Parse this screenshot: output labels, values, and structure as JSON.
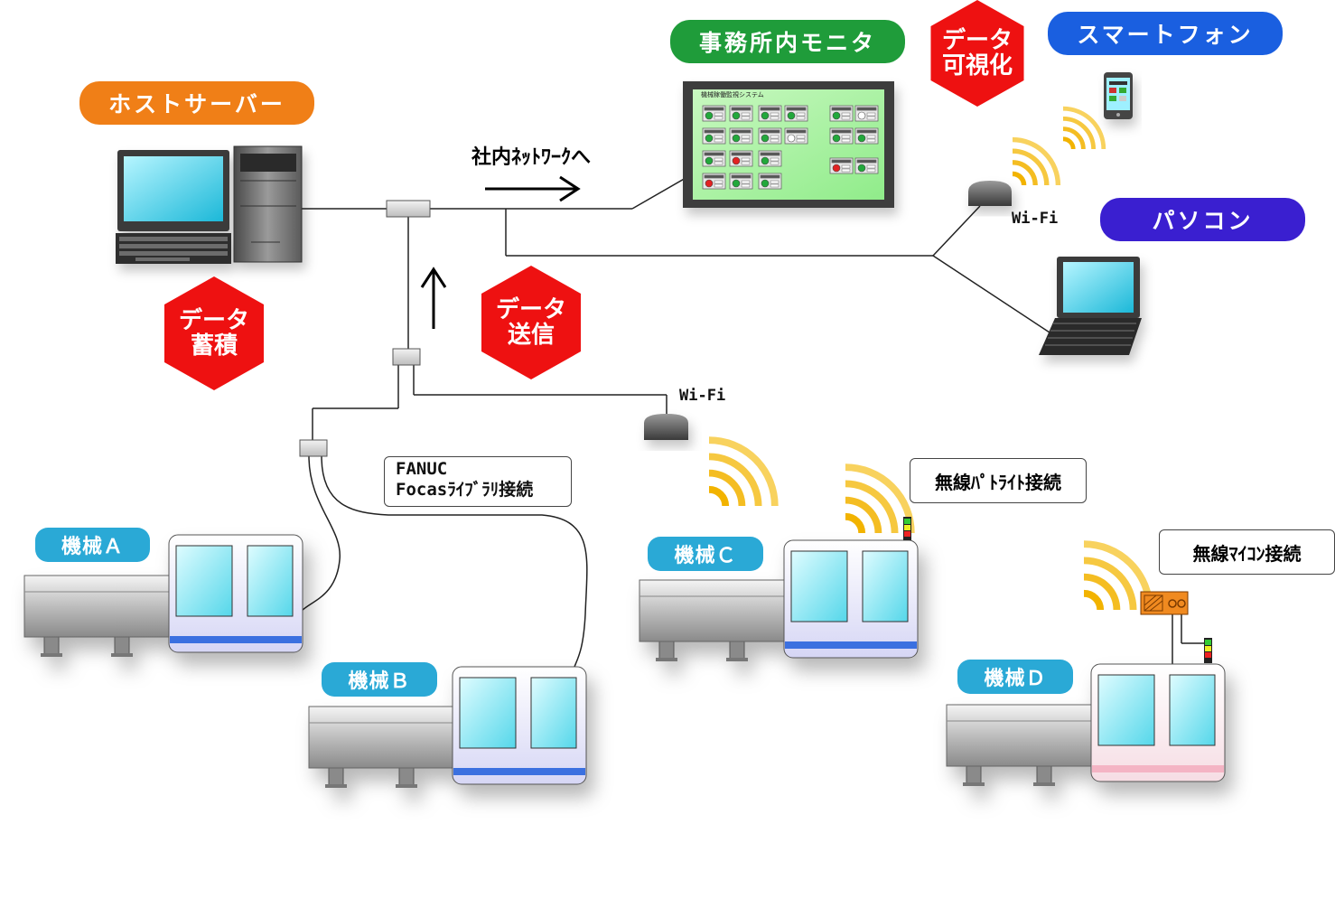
{
  "labels": {
    "host_server": "ホストサーバー",
    "office_monitor": "事務所内モニタ",
    "smartphone": "スマートフォン",
    "pc": "パソコン",
    "machine_a": "機械Ａ",
    "machine_b": "機械Ｂ",
    "machine_c": "機械Ｃ",
    "machine_d": "機械Ｄ"
  },
  "badges": {
    "accumulate": [
      "データ",
      "蓄積"
    ],
    "send": [
      "データ",
      "送信"
    ],
    "visualize": [
      "データ",
      "可視化"
    ]
  },
  "notes": {
    "to_network": "社内ﾈｯﾄﾜｰｸへ",
    "wifi_top": "Wi-Fi",
    "wifi_mid": "Wi-Fi",
    "fanuc_line1": "FANUC",
    "fanuc_line2": "Focasﾗｲﾌﾞﾗﾘ接続",
    "wireless_patlite": "無線ﾊﾟﾄﾗｲﾄ接続",
    "wireless_micon": "無線ﾏｲｺﾝ接続",
    "monitor_screen_title": "機械稼働監視システム"
  },
  "colors": {
    "host_pill": "#f07f17",
    "monitor_pill": "#1f9c3a",
    "smartphone_pill": "#1a5fe0",
    "pc_pill": "#3a1fd0",
    "badge_red": "#ee1111",
    "machine_label": "#2aa9d6"
  }
}
